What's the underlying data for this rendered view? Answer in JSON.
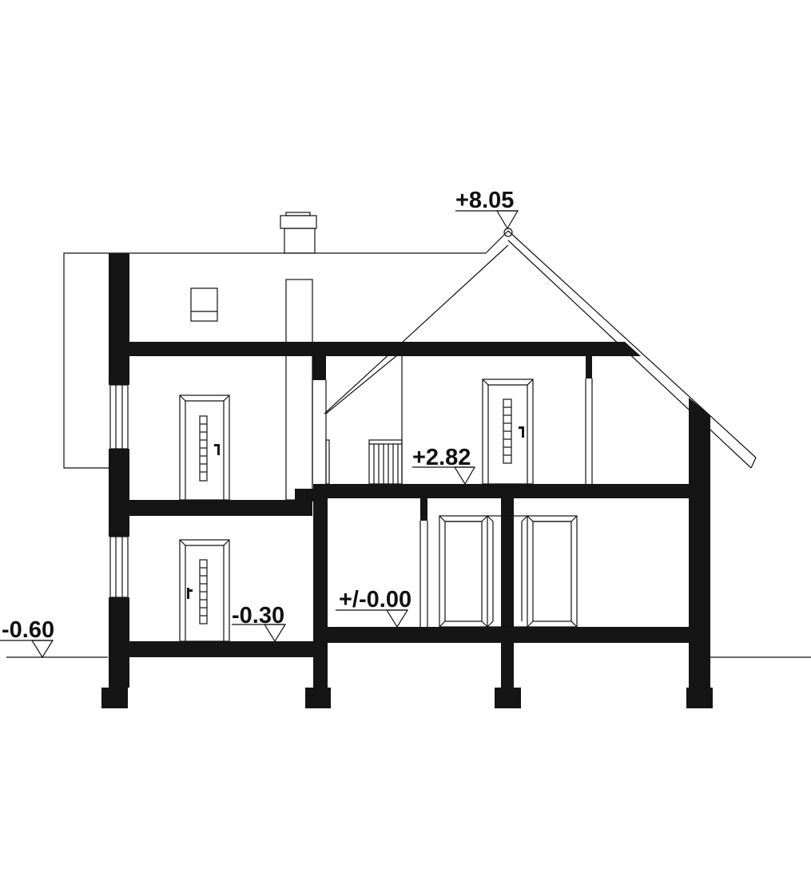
{
  "drawing": {
    "type": "building cross-section",
    "colors": {
      "structure": "#151515",
      "line": "#111111",
      "background": "#ffffff"
    }
  },
  "levels": {
    "ridge": "+8.05",
    "first_floor": "+2.82",
    "ground_floor": "+/-0.00",
    "lower_floor": "-0.30",
    "terrain": "-0.60"
  }
}
